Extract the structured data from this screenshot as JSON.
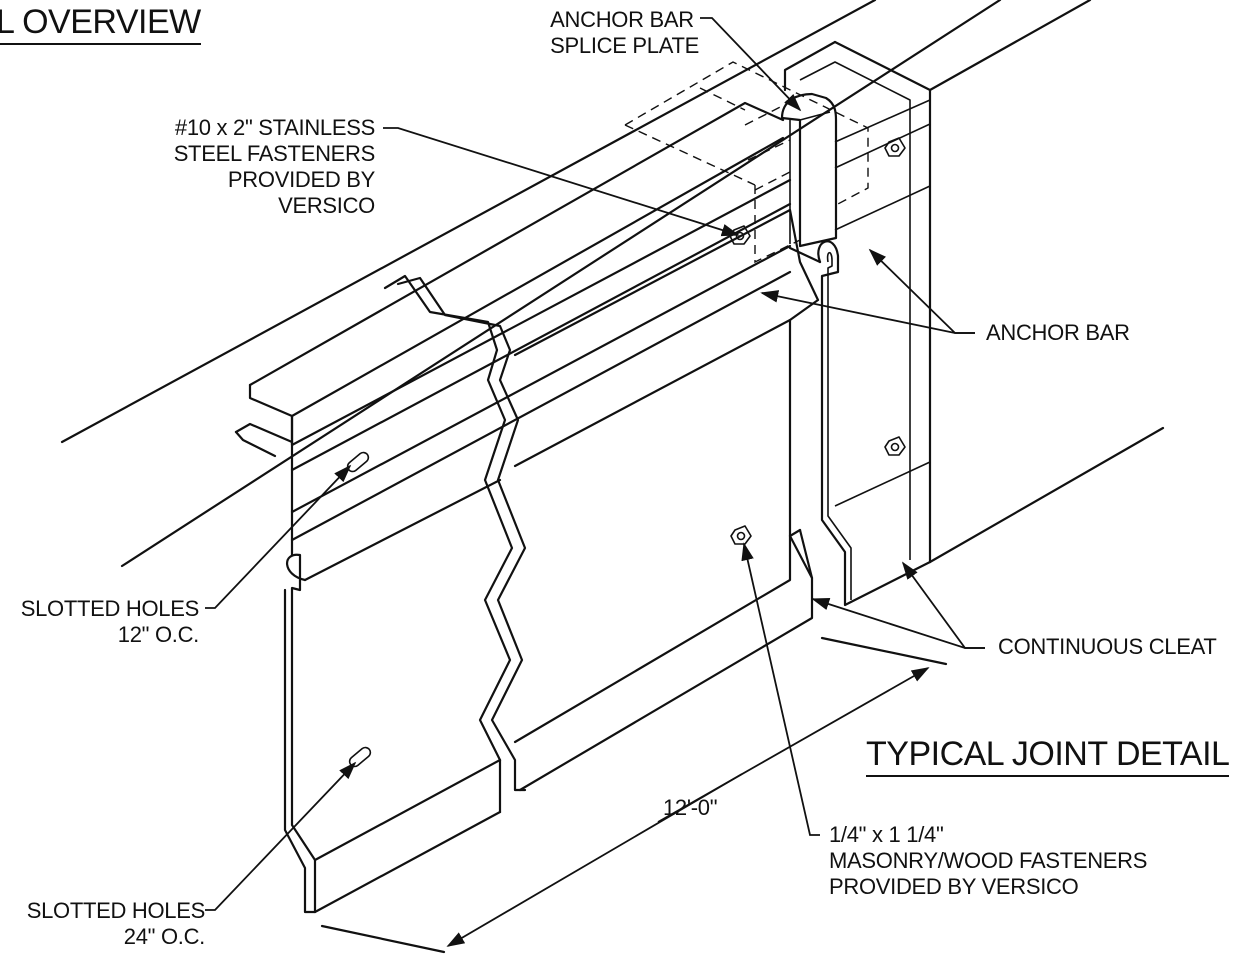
{
  "titles": {
    "overview": "L OVERVIEW",
    "joint_detail": "TYPICAL JOINT DETAIL"
  },
  "labels": {
    "anchor_bar_splice_plate": [
      "ANCHOR BAR",
      "SPLICE PLATE"
    ],
    "stainless_fasteners": [
      "#10 x 2\" STAINLESS",
      "STEEL FASTENERS",
      "PROVIDED BY",
      "VERSICO"
    ],
    "anchor_bar": "ANCHOR BAR",
    "slotted_holes_12": [
      "SLOTTED HOLES",
      "12\" O.C."
    ],
    "continuous_cleat": "CONTINUOUS CLEAT",
    "dimension": "12'-0\"",
    "masonry_fasteners": [
      "1/4\" x 1 1/4\"",
      "MASONRY/WOOD FASTENERS",
      "PROVIDED BY VERSICO"
    ],
    "slotted_holes_24": [
      "SLOTTED HOLES",
      "24\" O.C."
    ]
  }
}
